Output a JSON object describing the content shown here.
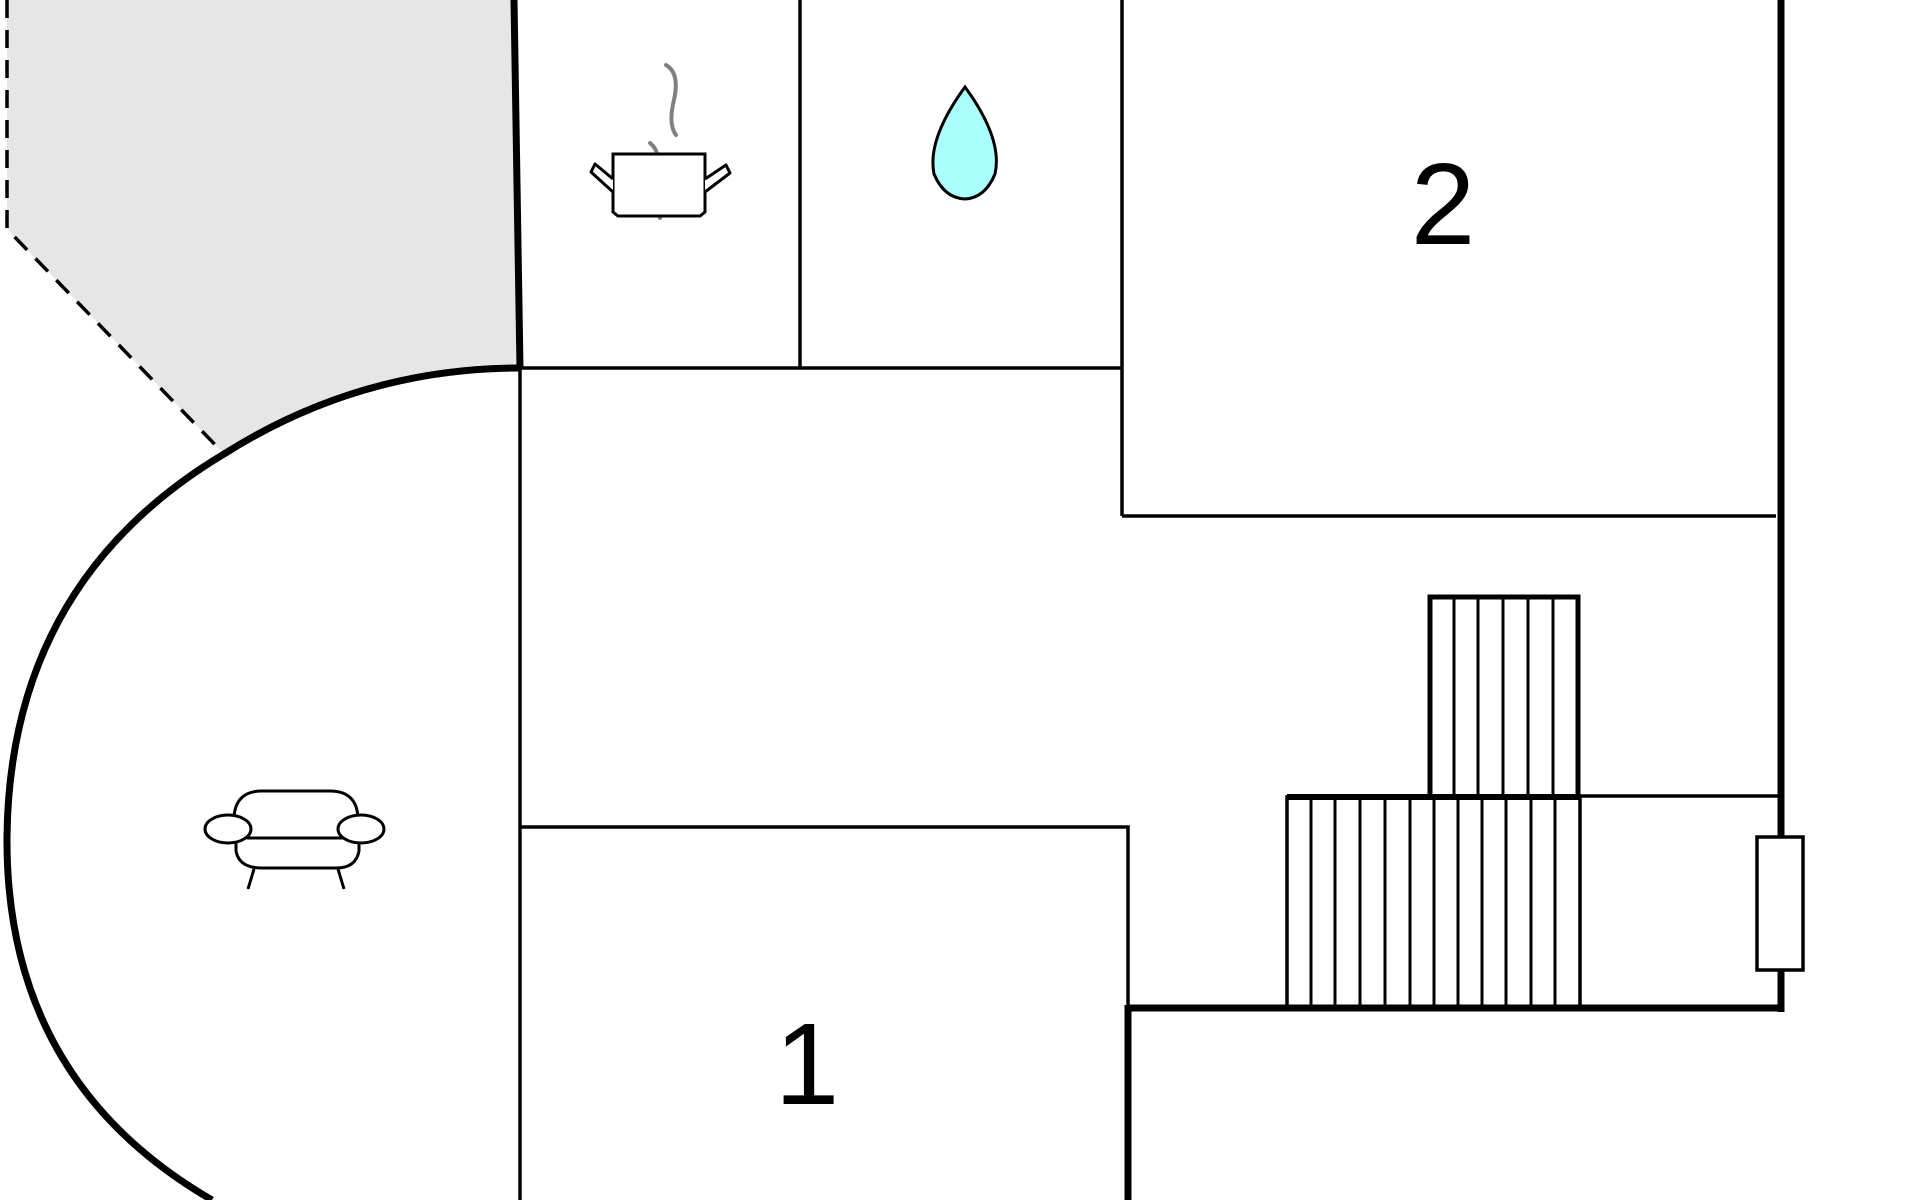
{
  "floorplan": {
    "rooms": [
      {
        "id": "room-1",
        "label": "1"
      },
      {
        "id": "room-2",
        "label": "2"
      }
    ],
    "icons": [
      {
        "name": "cooking-pot-icon",
        "meaning": "kitchen"
      },
      {
        "name": "water-drop-icon",
        "meaning": "bathroom"
      },
      {
        "name": "sofa-icon",
        "meaning": "living room"
      },
      {
        "name": "staircase-icon",
        "meaning": "stairs"
      }
    ],
    "colors": {
      "wall": "#000000",
      "terrace_fill": "#e6e6e6",
      "water_drop_fill": "#aaffff",
      "steam": "#808080",
      "background": "#ffffff"
    }
  }
}
